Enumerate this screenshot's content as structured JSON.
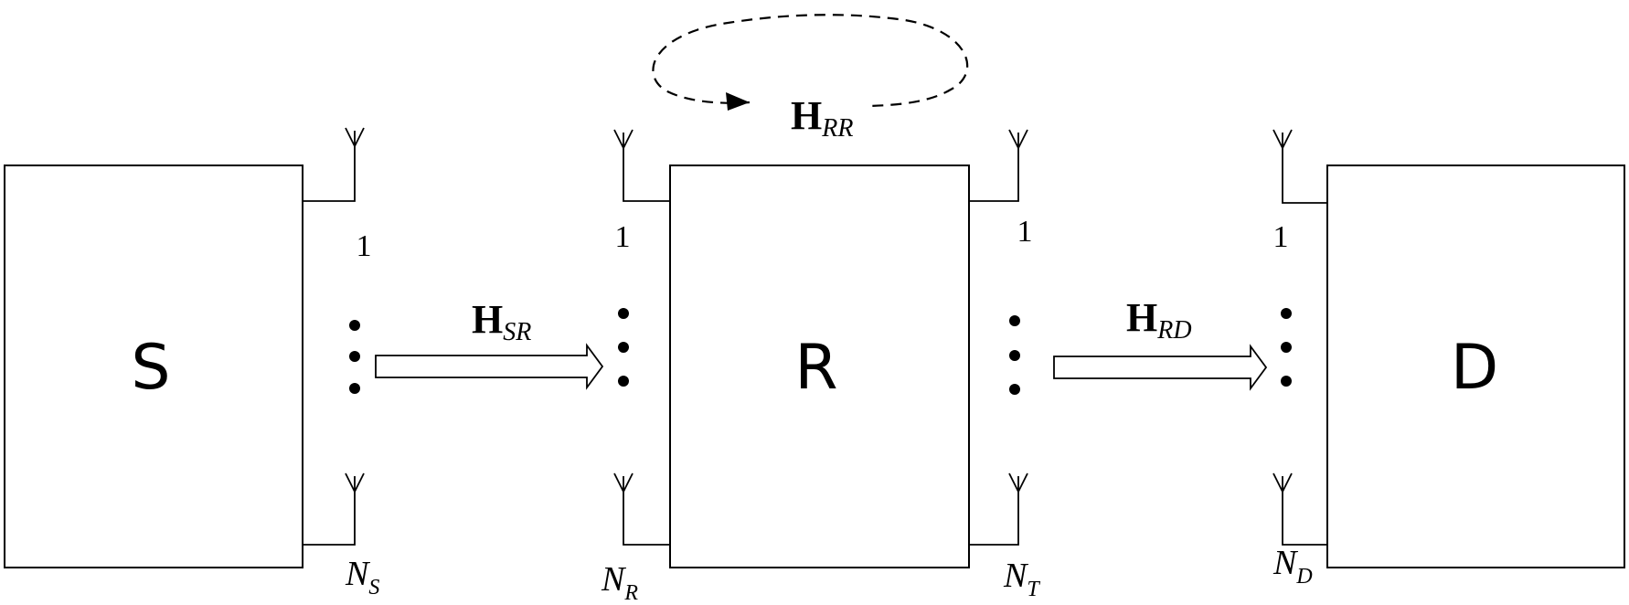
{
  "nodes": {
    "source": "S",
    "relay": "R",
    "destination": "D"
  },
  "antenna_index": {
    "s_first": "1",
    "r_rx_first": "1",
    "r_tx_first": "1",
    "d_first": "1"
  },
  "antenna_counts": {
    "s": {
      "main": "N",
      "sub": "S"
    },
    "r_rx": {
      "main": "N",
      "sub": "R"
    },
    "r_tx": {
      "main": "N",
      "sub": "T"
    },
    "d": {
      "main": "N",
      "sub": "D"
    }
  },
  "channels": {
    "sr": {
      "main": "H",
      "sub": "SR"
    },
    "rd": {
      "main": "H",
      "sub": "RD"
    },
    "rr": {
      "main": "H",
      "sub": "RR"
    }
  }
}
